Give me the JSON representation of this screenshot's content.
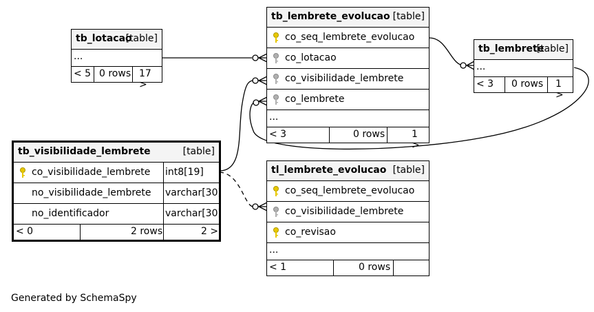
{
  "footer": {
    "generated_by": "Generated by SchemaSpy"
  },
  "tables": {
    "tb_lotacao": {
      "name": "tb_lotacao",
      "kind": "[table]",
      "more": "...",
      "parents": "< 5",
      "rows": "0 rows",
      "children": "17 >"
    },
    "tb_lembrete_evolucao": {
      "name": "tb_lembrete_evolucao",
      "kind": "[table]",
      "columns": [
        {
          "name": "co_seq_lembrete_evolucao",
          "key": "primary"
        },
        {
          "name": "co_lotacao",
          "key": "foreign"
        },
        {
          "name": "co_visibilidade_lembrete",
          "key": "foreign"
        },
        {
          "name": "co_lembrete",
          "key": "foreign"
        }
      ],
      "more": "...",
      "parents": "< 3",
      "rows": "0 rows",
      "children": "1 >"
    },
    "tb_lembrete": {
      "name": "tb_lembrete",
      "kind": "[table]",
      "more": "...",
      "parents": "< 3",
      "rows": "0 rows",
      "children": "1 >"
    },
    "tb_visibilidade_lembrete": {
      "name": "tb_visibilidade_lembrete",
      "kind": "[table]",
      "columns": [
        {
          "name": "co_visibilidade_lembrete",
          "type": "int8[19]",
          "key": "primary"
        },
        {
          "name": "no_visibilidade_lembrete",
          "type": "varchar[30]",
          "key": "none"
        },
        {
          "name": "no_identificador",
          "type": "varchar[30]",
          "key": "none"
        }
      ],
      "parents": "< 0",
      "rows": "2 rows",
      "children": "2 >"
    },
    "tl_lembrete_evolucao": {
      "name": "tl_lembrete_evolucao",
      "kind": "[table]",
      "columns": [
        {
          "name": "co_seq_lembrete_evolucao",
          "key": "primary"
        },
        {
          "name": "co_visibilidade_lembrete",
          "key": "foreign"
        },
        {
          "name": "co_revisao",
          "key": "primary"
        }
      ],
      "more": "...",
      "parents": "< 1",
      "rows": "0 rows"
    }
  },
  "colors": {
    "header_bg": "#f4f4f4",
    "primary_key": "#e8c800",
    "foreign_key": "#b0b0b0",
    "line": "#000000"
  }
}
